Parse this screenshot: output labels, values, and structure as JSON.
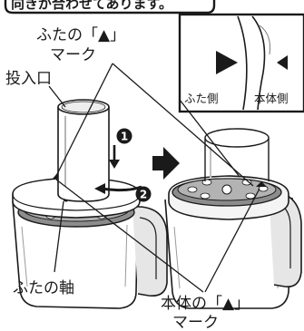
{
  "caption": {
    "top_cut_line": "向きが合わせてあります。"
  },
  "labels": {
    "lid_mark_line1": "ふたの「▲」",
    "lid_mark_line2": "マーク",
    "inlet": "投入口",
    "lid_shaft": "ふたの軸",
    "body_mark_line1": "本体の「▲」",
    "body_mark_line2": "マーク"
  },
  "inset": {
    "lid_side": "ふた側",
    "body_side": "本体側"
  },
  "steps": {
    "step1": "1",
    "step2": "2"
  }
}
